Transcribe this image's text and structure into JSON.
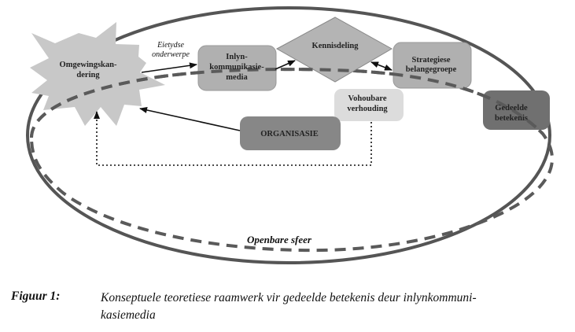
{
  "diagram": {
    "nodes": {
      "environment_scanning": {
        "lines": [
          "Omgewingskan-",
          "dering"
        ],
        "shape": "starburst",
        "fill": "#c8c8c8"
      },
      "online_media": {
        "lines": [
          "Inlyn-",
          "kommunikasie-",
          "media"
        ],
        "shape": "rounded-rect",
        "fill": "#b0b0b0"
      },
      "knowledge_sharing": {
        "lines": [
          "Kennisdeling"
        ],
        "shape": "diamond",
        "fill": "#b4b4b4"
      },
      "strategic_stakeholders": {
        "lines": [
          "Strategiese",
          "belangegroepe"
        ],
        "shape": "rounded-rect",
        "fill": "#b0b0b0"
      },
      "shared_meaning": {
        "lines": [
          "Gedeelde",
          "betekenis"
        ],
        "shape": "rounded-rect",
        "fill": "#707070"
      },
      "sustainable_relationship": {
        "lines": [
          "Vohoubare",
          "verhouding"
        ],
        "shape": "rounded-rect",
        "fill": "#dcdcdc"
      },
      "organisation": {
        "lines": [
          "ORGANISASIE"
        ],
        "shape": "rounded-rect",
        "fill": "#878787"
      }
    },
    "edge_label": [
      "Eietydse",
      "onderwerpe"
    ],
    "public_sphere_label": "Openbare sfeer",
    "colors": {
      "ellipse_stroke": "#555555",
      "dashed_stroke": "#5a5a5a",
      "arrow": "#111111"
    }
  },
  "caption": {
    "label": "Figuur 1:",
    "text": "Konseptuele teoretiese raamwerk vir gedeelde betekenis deur inlynkommuni-",
    "text_line2": "kasiemedia"
  }
}
